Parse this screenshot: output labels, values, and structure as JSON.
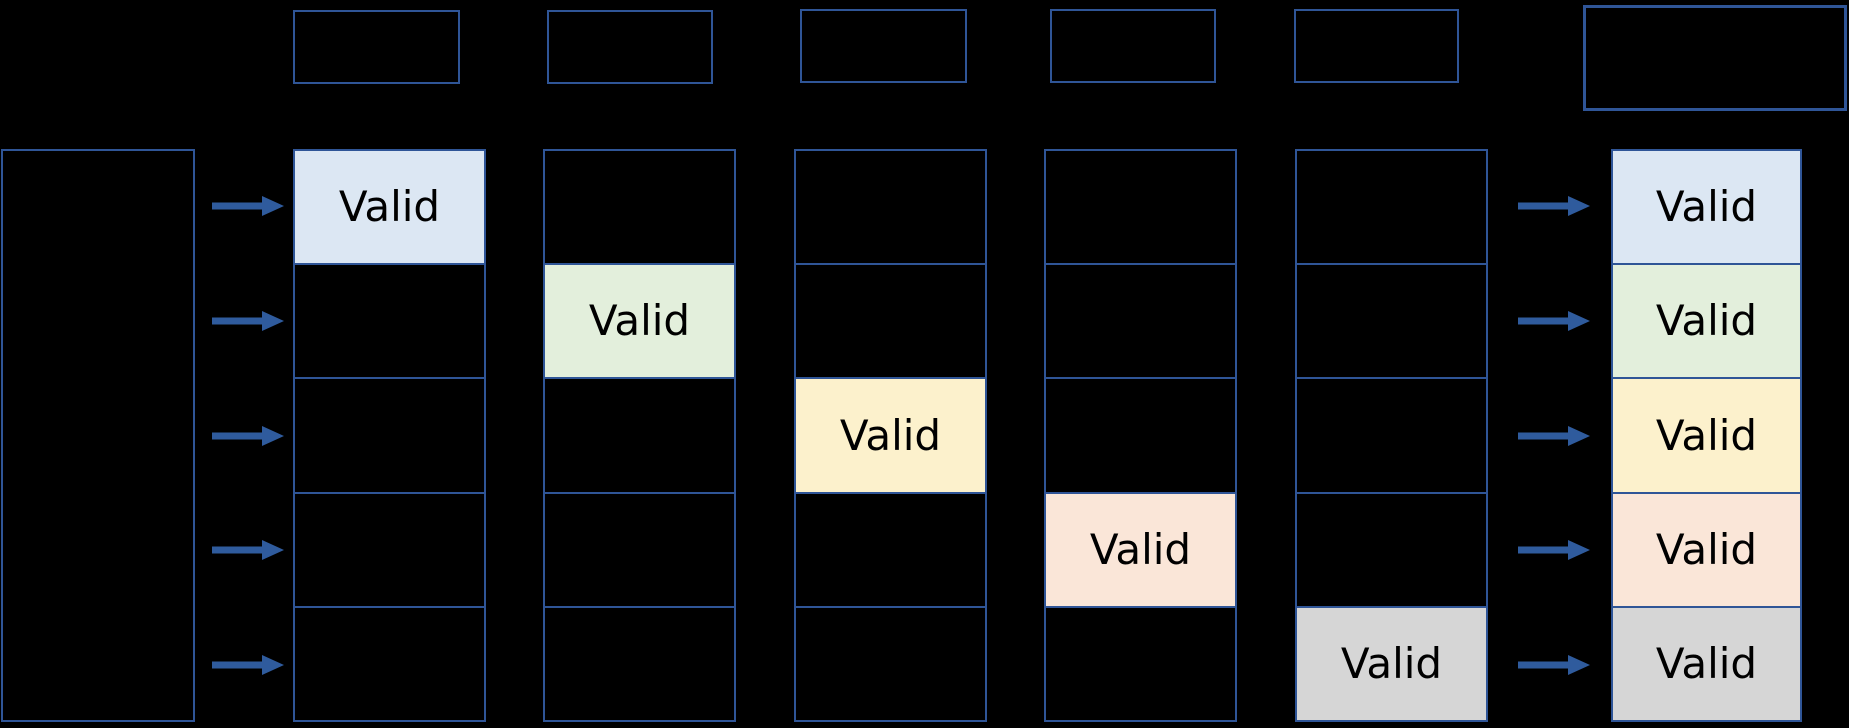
{
  "canvas": {
    "background": "#000000"
  },
  "colors": {
    "border": "#2F5597",
    "arrow": "#2F5B9D",
    "text": "#000000",
    "highlights": {
      "blue": "#DCE7F3",
      "green": "#E3EFDC",
      "yellow": "#FCF1CC",
      "peach": "#FAE6D8",
      "gray": "#D6D6D6"
    }
  },
  "header_boxes": [
    {
      "label": ""
    },
    {
      "label": ""
    },
    {
      "label": ""
    },
    {
      "label": ""
    },
    {
      "label": ""
    },
    {
      "label": ""
    }
  ],
  "source_box": {
    "label": ""
  },
  "columns": [
    {
      "cells": [
        {
          "label": "Valid",
          "highlight": "blue"
        },
        {
          "label": "",
          "highlight": null
        },
        {
          "label": "",
          "highlight": null
        },
        {
          "label": "",
          "highlight": null
        },
        {
          "label": "",
          "highlight": null
        }
      ]
    },
    {
      "cells": [
        {
          "label": "",
          "highlight": null
        },
        {
          "label": "Valid",
          "highlight": "green"
        },
        {
          "label": "",
          "highlight": null
        },
        {
          "label": "",
          "highlight": null
        },
        {
          "label": "",
          "highlight": null
        }
      ]
    },
    {
      "cells": [
        {
          "label": "",
          "highlight": null
        },
        {
          "label": "",
          "highlight": null
        },
        {
          "label": "Valid",
          "highlight": "yellow"
        },
        {
          "label": "",
          "highlight": null
        },
        {
          "label": "",
          "highlight": null
        }
      ]
    },
    {
      "cells": [
        {
          "label": "",
          "highlight": null
        },
        {
          "label": "",
          "highlight": null
        },
        {
          "label": "",
          "highlight": null
        },
        {
          "label": "Valid",
          "highlight": "peach"
        },
        {
          "label": "",
          "highlight": null
        }
      ]
    },
    {
      "cells": [
        {
          "label": "",
          "highlight": null
        },
        {
          "label": "",
          "highlight": null
        },
        {
          "label": "",
          "highlight": null
        },
        {
          "label": "",
          "highlight": null
        },
        {
          "label": "Valid",
          "highlight": "gray"
        }
      ]
    }
  ],
  "result_column": {
    "cells": [
      {
        "label": "Valid",
        "highlight": "blue"
      },
      {
        "label": "Valid",
        "highlight": "green"
      },
      {
        "label": "Valid",
        "highlight": "yellow"
      },
      {
        "label": "Valid",
        "highlight": "peach"
      },
      {
        "label": "Valid",
        "highlight": "gray"
      }
    ]
  },
  "arrows": {
    "left_count": 5,
    "right_count": 5
  }
}
